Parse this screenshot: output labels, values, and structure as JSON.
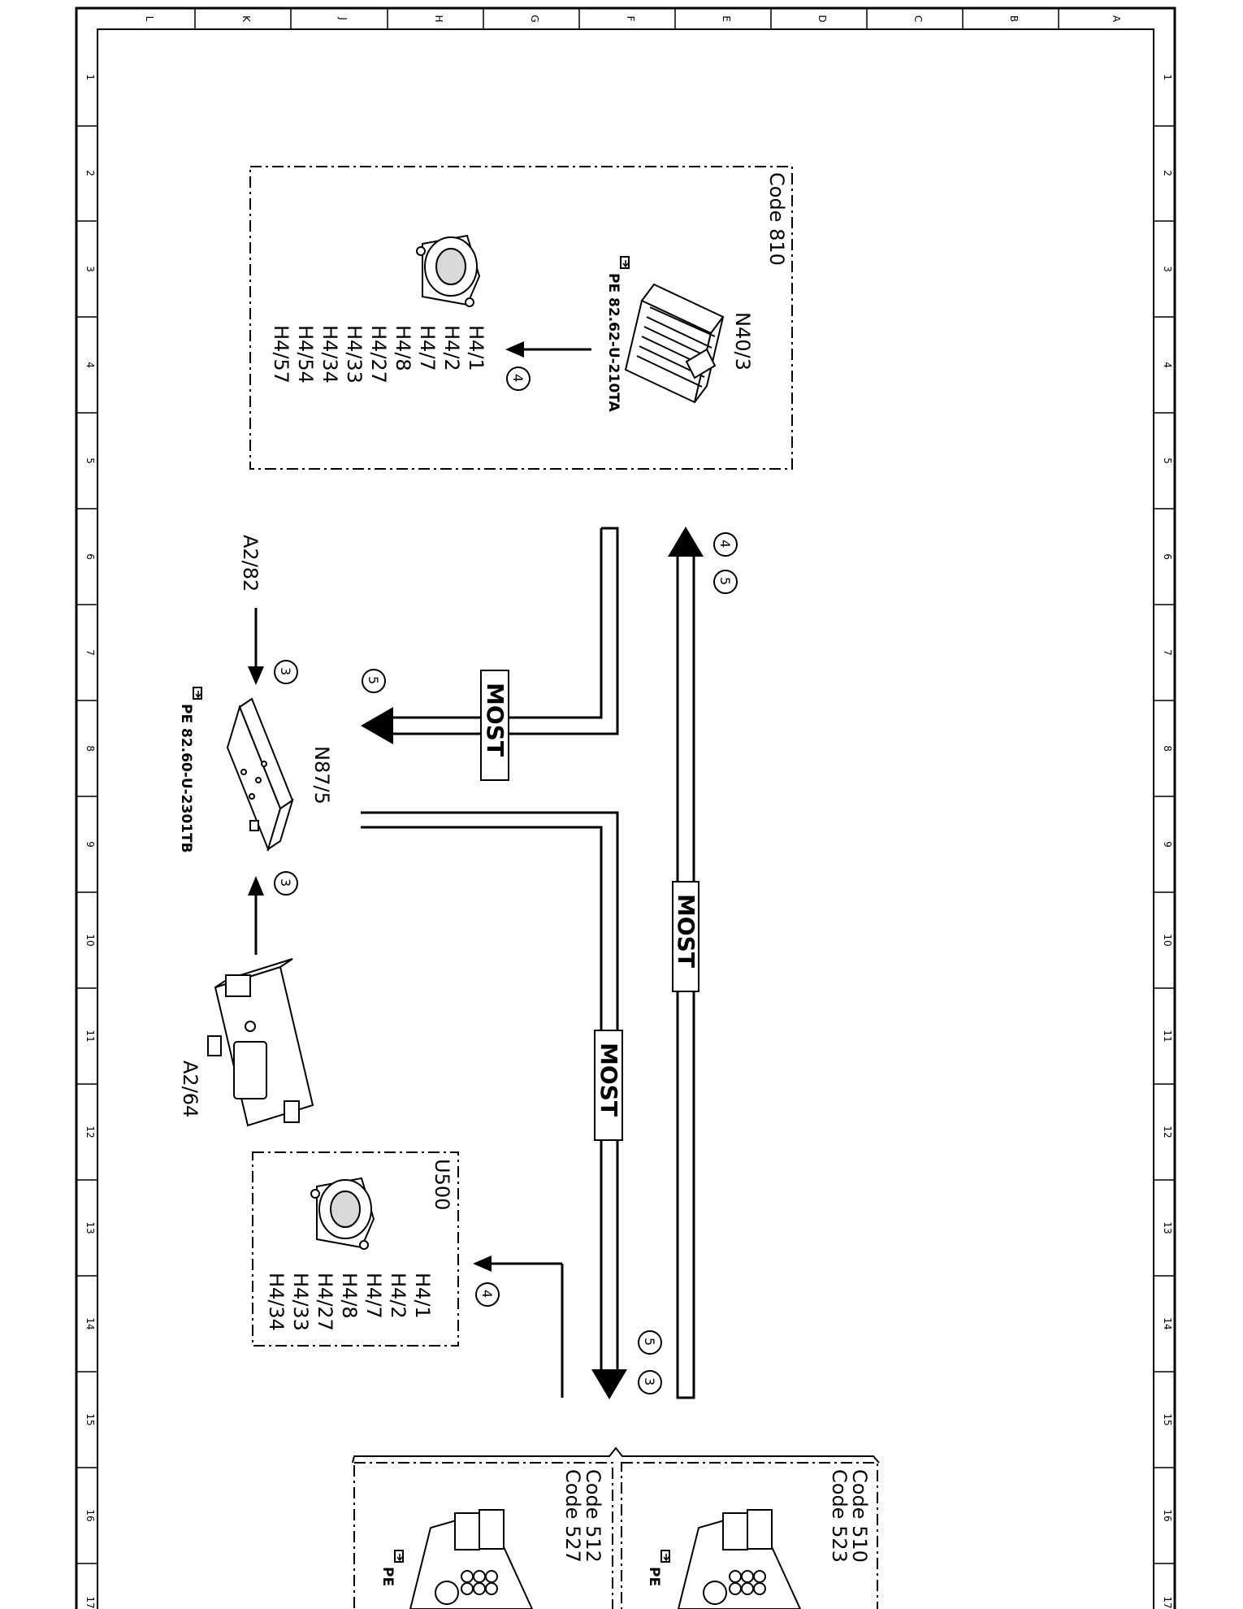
{
  "frame": {
    "top_letters": [
      "L",
      "K",
      "J",
      "H",
      "G",
      "F",
      "E",
      "D",
      "C",
      "B",
      "A"
    ],
    "side_numbers": [
      "1",
      "2",
      "3",
      "4",
      "5",
      "6",
      "7",
      "8",
      "9",
      "10",
      "11",
      "12",
      "13",
      "14",
      "15",
      "16",
      "17"
    ]
  },
  "components": {
    "amplifier": {
      "label": "N40/3",
      "code": "Code 810",
      "doc_ref": "PE 82.62-U-210TA"
    },
    "hub": {
      "label": "N87/5",
      "doc_ref": "PE 82.60-U-2301TB"
    },
    "receiver_top": {
      "label": "A2/82"
    },
    "receiver_bottom": {
      "label": "A2/64"
    },
    "box_u500": {
      "label": "U500"
    },
    "head_unit_a": {
      "code1": "Code 510",
      "code2": "Code 523",
      "doc_ref": "PE"
    },
    "head_unit_b": {
      "code1": "Code 512",
      "code2": "Code 527",
      "doc_ref": "PE"
    }
  },
  "speaker_lists": {
    "code810": [
      "H4/1",
      "H4/2",
      "H4/7",
      "H4/8",
      "H4/27",
      "H4/33",
      "H4/34",
      "H4/54",
      "H4/57"
    ],
    "u500": [
      "H4/1",
      "H4/2",
      "H4/7",
      "H4/8",
      "H4/27",
      "H4/33",
      "H4/34"
    ]
  },
  "bus_labels": {
    "most_a": "MOST",
    "most_b": "MOST",
    "most_c": "MOST"
  },
  "callouts": {
    "c4_amp": "4",
    "c4_bus": "4",
    "c5_bus": "5",
    "c5_hub": "5",
    "c3_top": "3",
    "c3_bot": "3",
    "c4_u500": "4",
    "c5_low": "5",
    "c3_low": "3"
  }
}
